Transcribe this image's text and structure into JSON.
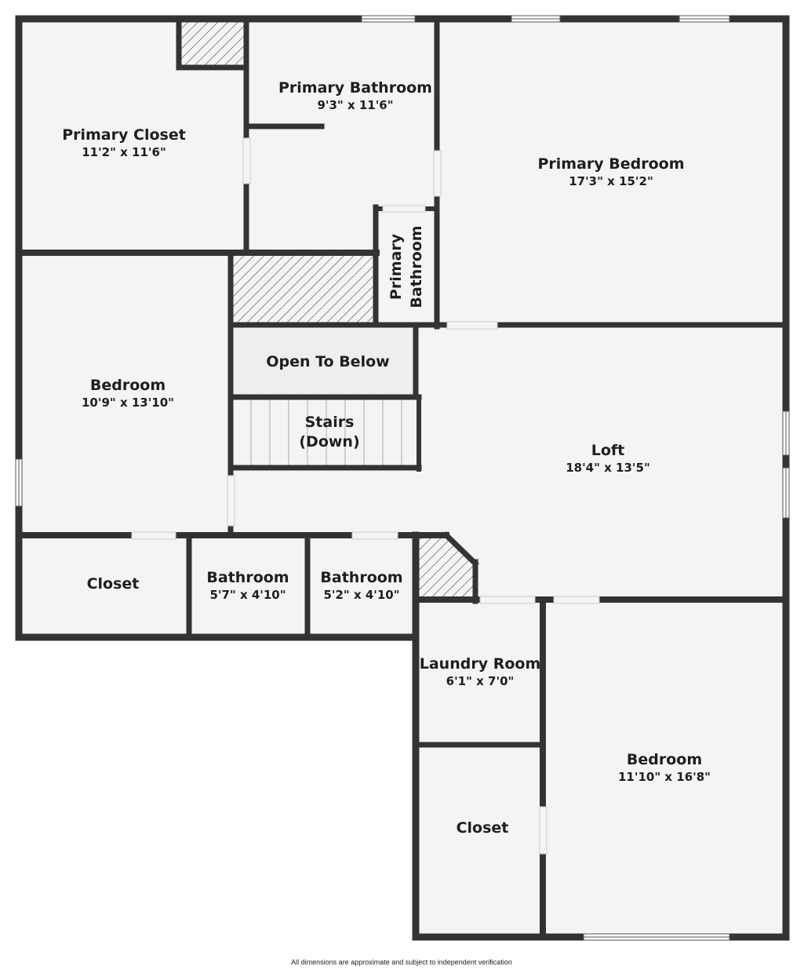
{
  "colors": {
    "wall": "#333333",
    "floor": "#f4f4f4",
    "void": "#eeeeee",
    "window": "#ffffff",
    "text": "#1e1e1e"
  },
  "rooms": {
    "primary_closet": {
      "name": "Primary Closet",
      "dims": "11'2\" x 11'6\""
    },
    "primary_bathroom": {
      "name": "Primary Bathroom",
      "dims": "9'3\" x 11'6\""
    },
    "primary_bathroom_small": {
      "name_line1": "Primary",
      "name_line2": "Bathroom"
    },
    "primary_bedroom": {
      "name": "Primary Bedroom",
      "dims": "17'3\" x 15'2\""
    },
    "bedroom_west": {
      "name": "Bedroom",
      "dims": "10'9\" x 13'10\""
    },
    "open_to_below": {
      "name": "Open To Below"
    },
    "stairs": {
      "name_line1": "Stairs",
      "name_line2": "(Down)"
    },
    "loft": {
      "name": "Loft",
      "dims": "18'4\" x 13'5\""
    },
    "closet_west": {
      "name": "Closet"
    },
    "bathroom_1": {
      "name": "Bathroom",
      "dims": "5'7\" x 4'10\""
    },
    "bathroom_2": {
      "name": "Bathroom",
      "dims": "5'2\" x 4'10\""
    },
    "laundry_room": {
      "name": "Laundry Room",
      "dims": "6'1\" x 7'0\""
    },
    "closet_south": {
      "name": "Closet"
    },
    "bedroom_east": {
      "name": "Bedroom",
      "dims": "11'10\" x 16'8\""
    }
  },
  "footer_note": "All dimensions are approximate and subject to independent verification"
}
